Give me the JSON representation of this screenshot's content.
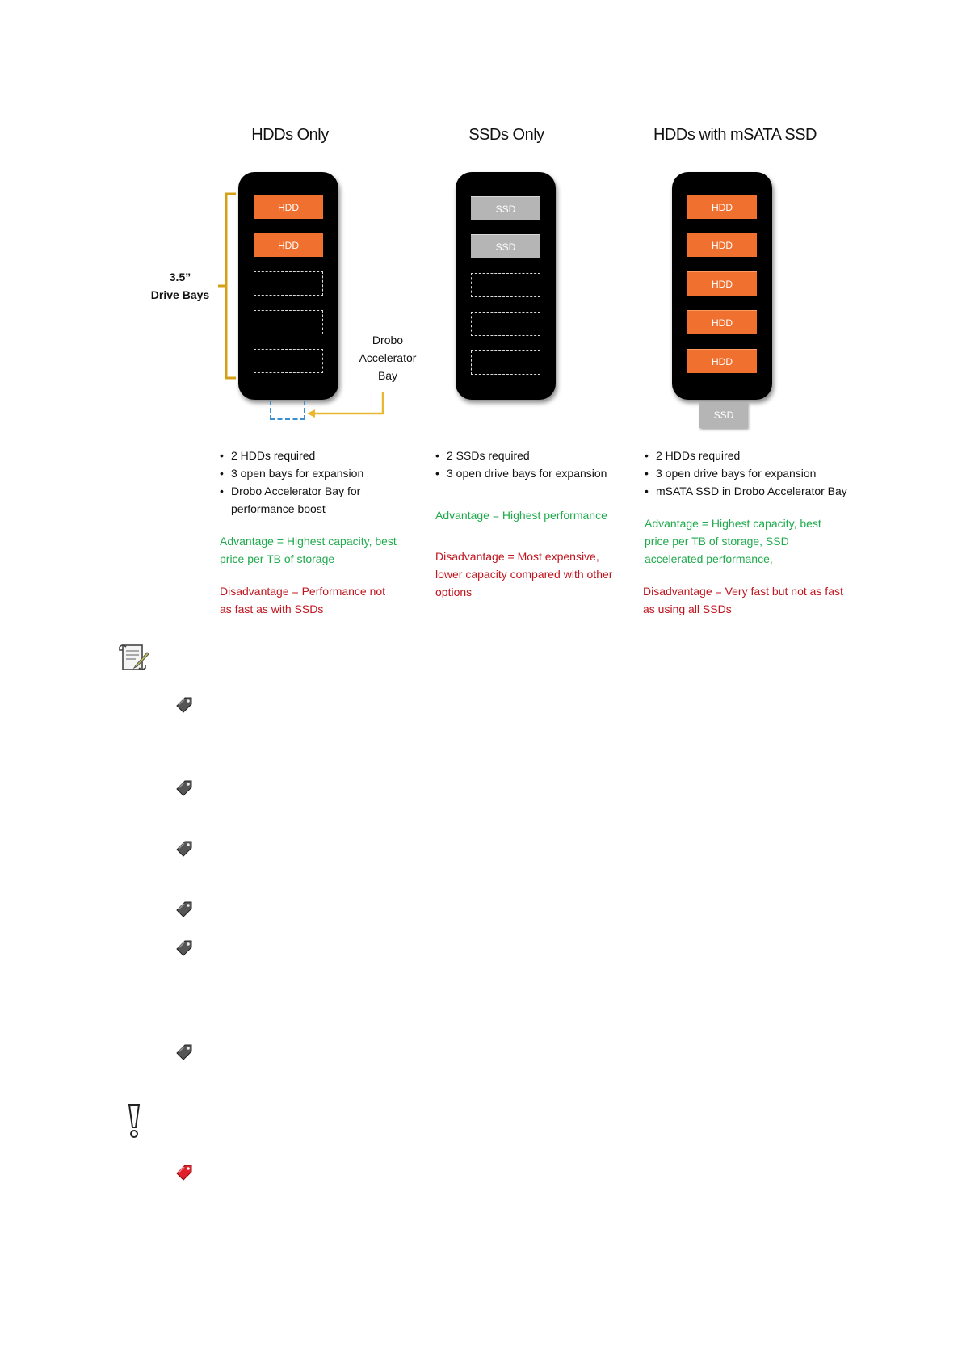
{
  "columns": [
    {
      "title": "HDDs Only",
      "slots": [
        {
          "kind": "hdd",
          "label": "HDD"
        },
        {
          "kind": "hdd",
          "label": "HDD"
        },
        {
          "kind": "empty",
          "label": ""
        },
        {
          "kind": "empty",
          "label": ""
        },
        {
          "kind": "empty",
          "label": ""
        }
      ],
      "bullets": [
        "2  HDDs required",
        "3 open bays for expansion",
        "Drobo Accelerator Bay for performance boost"
      ],
      "advantage": "Advantage = Highest capacity, best price per TB of storage",
      "disadvantage": "Disadvantage = Performance not as fast as with SSDs"
    },
    {
      "title": "SSDs Only",
      "slots": [
        {
          "kind": "ssd",
          "label": "SSD"
        },
        {
          "kind": "ssd",
          "label": "SSD"
        },
        {
          "kind": "empty",
          "label": ""
        },
        {
          "kind": "empty",
          "label": ""
        },
        {
          "kind": "empty",
          "label": ""
        }
      ],
      "bullets": [
        "2 SSDs required",
        "3 open drive bays for expansion"
      ],
      "advantage": "Advantage = Highest performance",
      "disadvantage": "Disadvantage = Most expensive, lower capacity compared with other options"
    },
    {
      "title": "HDDs with mSATA SSD",
      "slots": [
        {
          "kind": "hdd",
          "label": "HDD"
        },
        {
          "kind": "hdd",
          "label": "HDD"
        },
        {
          "kind": "hdd",
          "label": "HDD"
        },
        {
          "kind": "hdd",
          "label": "HDD"
        },
        {
          "kind": "hdd",
          "label": "HDD"
        }
      ],
      "accelerator_label": "SSD",
      "bullets": [
        "2  HDDs required",
        "3 open drive bays for expansion",
        "mSATA SSD in Drobo Accelerator Bay"
      ],
      "advantage": "Advantage = Highest capacity, best price per TB of storage, SSD accelerated performance,",
      "disadvantage": "Disadvantage = Very fast but not as fast as using all SSDs"
    }
  ],
  "labels": {
    "drive_bays_line1": "3.5”",
    "drive_bays_line2": "Drive Bays",
    "accelerator_line1": "Drobo",
    "accelerator_line2": "Accelerator",
    "accelerator_line3": "Bay"
  },
  "colors": {
    "hdd": "#f07030",
    "ssd": "#b5b5b5",
    "advantage": "#1faa4c",
    "disadvantage": "#c0141e",
    "bracket": "#d4a017",
    "accelerator_bay_outline": "#3a8fd0"
  },
  "icons": {
    "note": "note-scroll-icon",
    "tag": "gray-tag-icon",
    "warning": "exclamation-icon",
    "warning_tag": "red-tag-icon"
  }
}
